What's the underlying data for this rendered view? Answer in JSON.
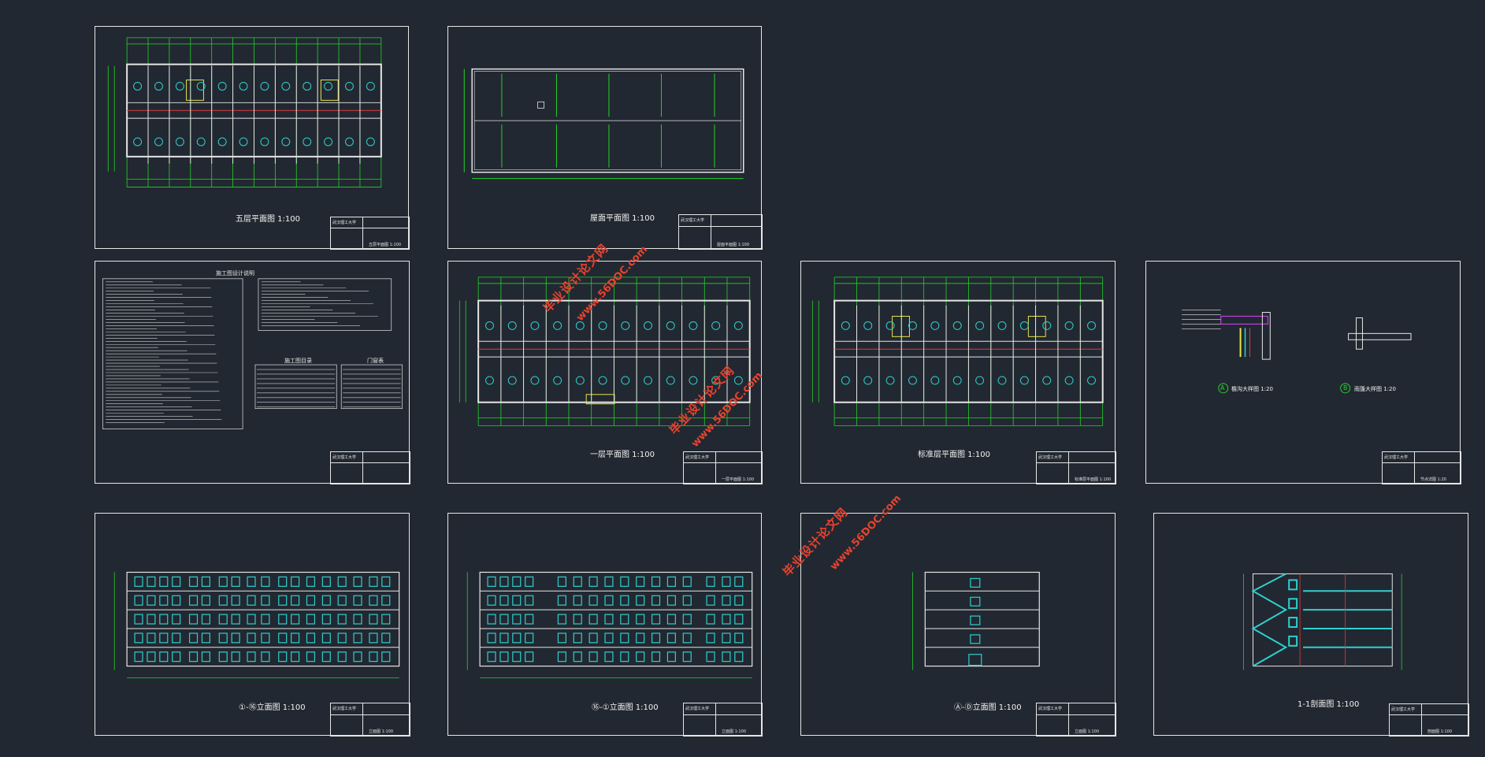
{
  "sheets": [
    {
      "id": "fifth-floor",
      "caption": "五层平面图 1:100",
      "tb_org": "武汉理工大学",
      "tb_name": "五层平面图 1:100"
    },
    {
      "id": "roof",
      "caption": "屋面平面图 1:100",
      "tb_org": "武汉理工大学",
      "tb_name": "屋面平面图 1:100"
    },
    {
      "id": "notes",
      "caption": "施工图设计说明",
      "tb_org": "武汉理工大学",
      "tb_name": "",
      "table1": "施工图目录",
      "table2": "门窗表"
    },
    {
      "id": "first-floor",
      "caption": "一层平面图 1:100",
      "tb_org": "武汉理工大学",
      "tb_name": "一层平面图 1:100"
    },
    {
      "id": "std-floor",
      "caption": "标准层平面图 1:100",
      "tb_org": "武汉理工大学",
      "tb_name": "标准层平面图 1:100"
    },
    {
      "id": "details",
      "caption": "",
      "tb_org": "武汉理工大学",
      "tb_name": "节点详图 1:20",
      "detail_a": "檐沟大样图 1:20",
      "detail_b": "雨篷大样图 1:20",
      "marker_a": "A",
      "marker_b": "B"
    },
    {
      "id": "elev-1",
      "caption": "①-⑯立面图 1:100",
      "tb_org": "武汉理工大学",
      "tb_name": "立面图 1:100"
    },
    {
      "id": "elev-2",
      "caption": "⑯-①立面图 1:100",
      "tb_org": "武汉理工大学",
      "tb_name": "立面图 1:100"
    },
    {
      "id": "elev-3",
      "caption": "Ⓐ-Ⓓ立面图 1:100",
      "tb_org": "武汉理工大学",
      "tb_name": "立面图 1:100"
    },
    {
      "id": "section",
      "caption": "1-1剖面图 1:100",
      "tb_org": "武汉理工大学",
      "tb_name": "剖面图 1:100"
    }
  ],
  "watermark": {
    "line1": "毕业设计论文网",
    "line2": "www.56DOC.com"
  },
  "colors": {
    "background": "#222831",
    "frame": "#e6e6e6",
    "grid": "#22d32a",
    "wall": "#e6e6e6",
    "axis": "#e33a3a",
    "window": "#2fd0d0",
    "stair": "#e6e64a",
    "watermark": "#e8432f"
  }
}
